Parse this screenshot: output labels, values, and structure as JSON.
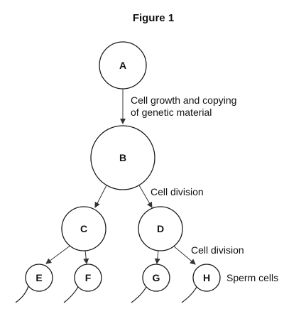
{
  "figure": {
    "title": "Figure 1",
    "nodes": {
      "A": "A",
      "B": "B",
      "C": "C",
      "D": "D",
      "E": "E",
      "F": "F",
      "G": "G",
      "H": "H"
    },
    "annotations": {
      "growth_line1": "Cell growth and copying",
      "growth_line2": "of genetic material",
      "division_1": "Cell division",
      "division_2": "Cell division",
      "sperm": "Sperm cells"
    },
    "colors": {
      "stroke": "#1a1a1a",
      "text": "#111111"
    }
  }
}
